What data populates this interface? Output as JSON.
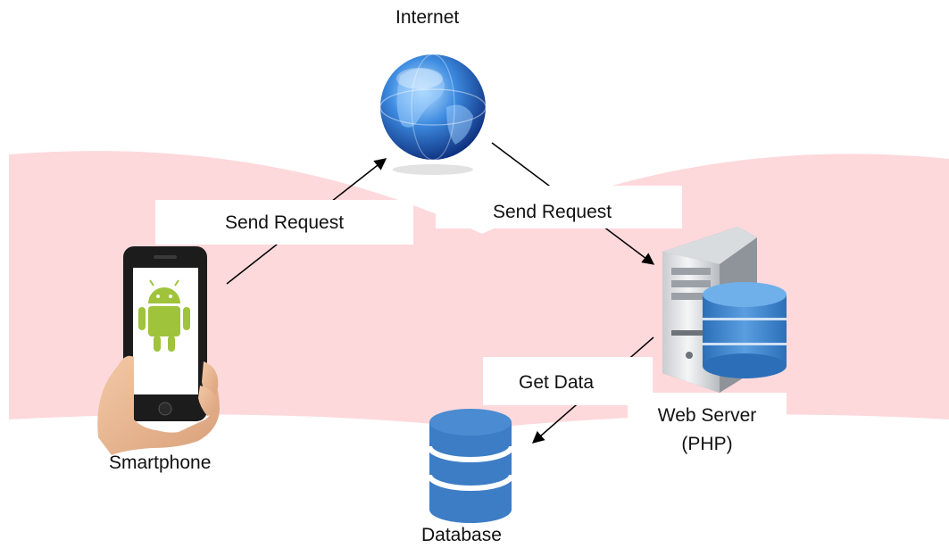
{
  "colors": {
    "background_band": "#fdd9dc",
    "arrow": "#000000",
    "globe_blue": "#2f6fd1",
    "database_blue": "#3d7dc6",
    "android_green": "#9fc33b"
  },
  "nodes": {
    "internet": {
      "label": "Internet",
      "icon": "globe-icon"
    },
    "smartphone": {
      "label": "Smartphone",
      "icon": "android-phone-icon"
    },
    "web_server": {
      "label_line1": "Web Server",
      "label_line2": "(PHP)",
      "icon": "server-icon"
    },
    "database": {
      "label": "Database",
      "icon": "database-icon"
    }
  },
  "edges": {
    "phone_to_internet": {
      "label": "Send Request"
    },
    "internet_to_server": {
      "label": "Send Request"
    },
    "server_to_database": {
      "label": "Get Data"
    }
  }
}
